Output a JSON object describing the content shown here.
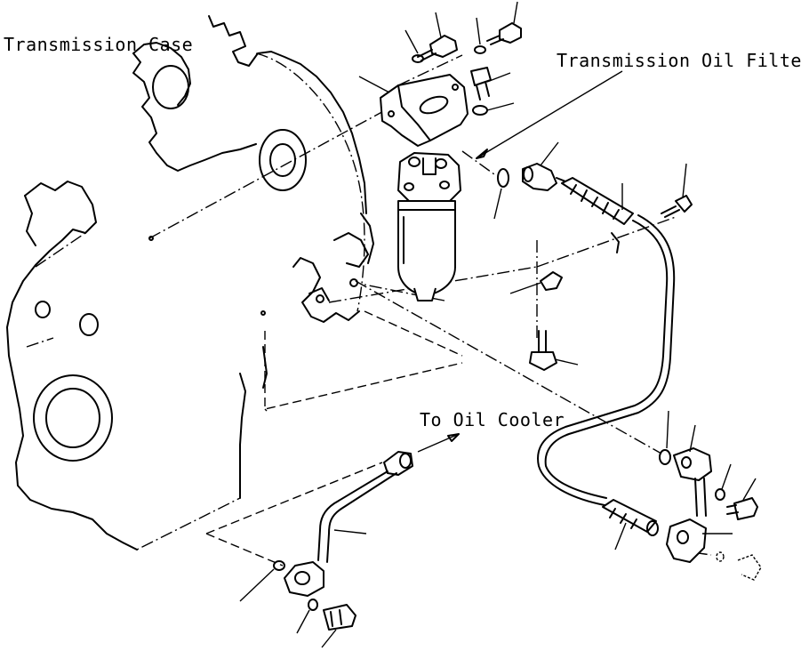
{
  "labels": {
    "transmission_case": "Transmission Case",
    "transmission_oil_filter": "Transmission Oil Filter",
    "to_oil_cooler": "To Oil Cooler"
  },
  "colors": {
    "line": "#000000",
    "background": "#ffffff"
  }
}
